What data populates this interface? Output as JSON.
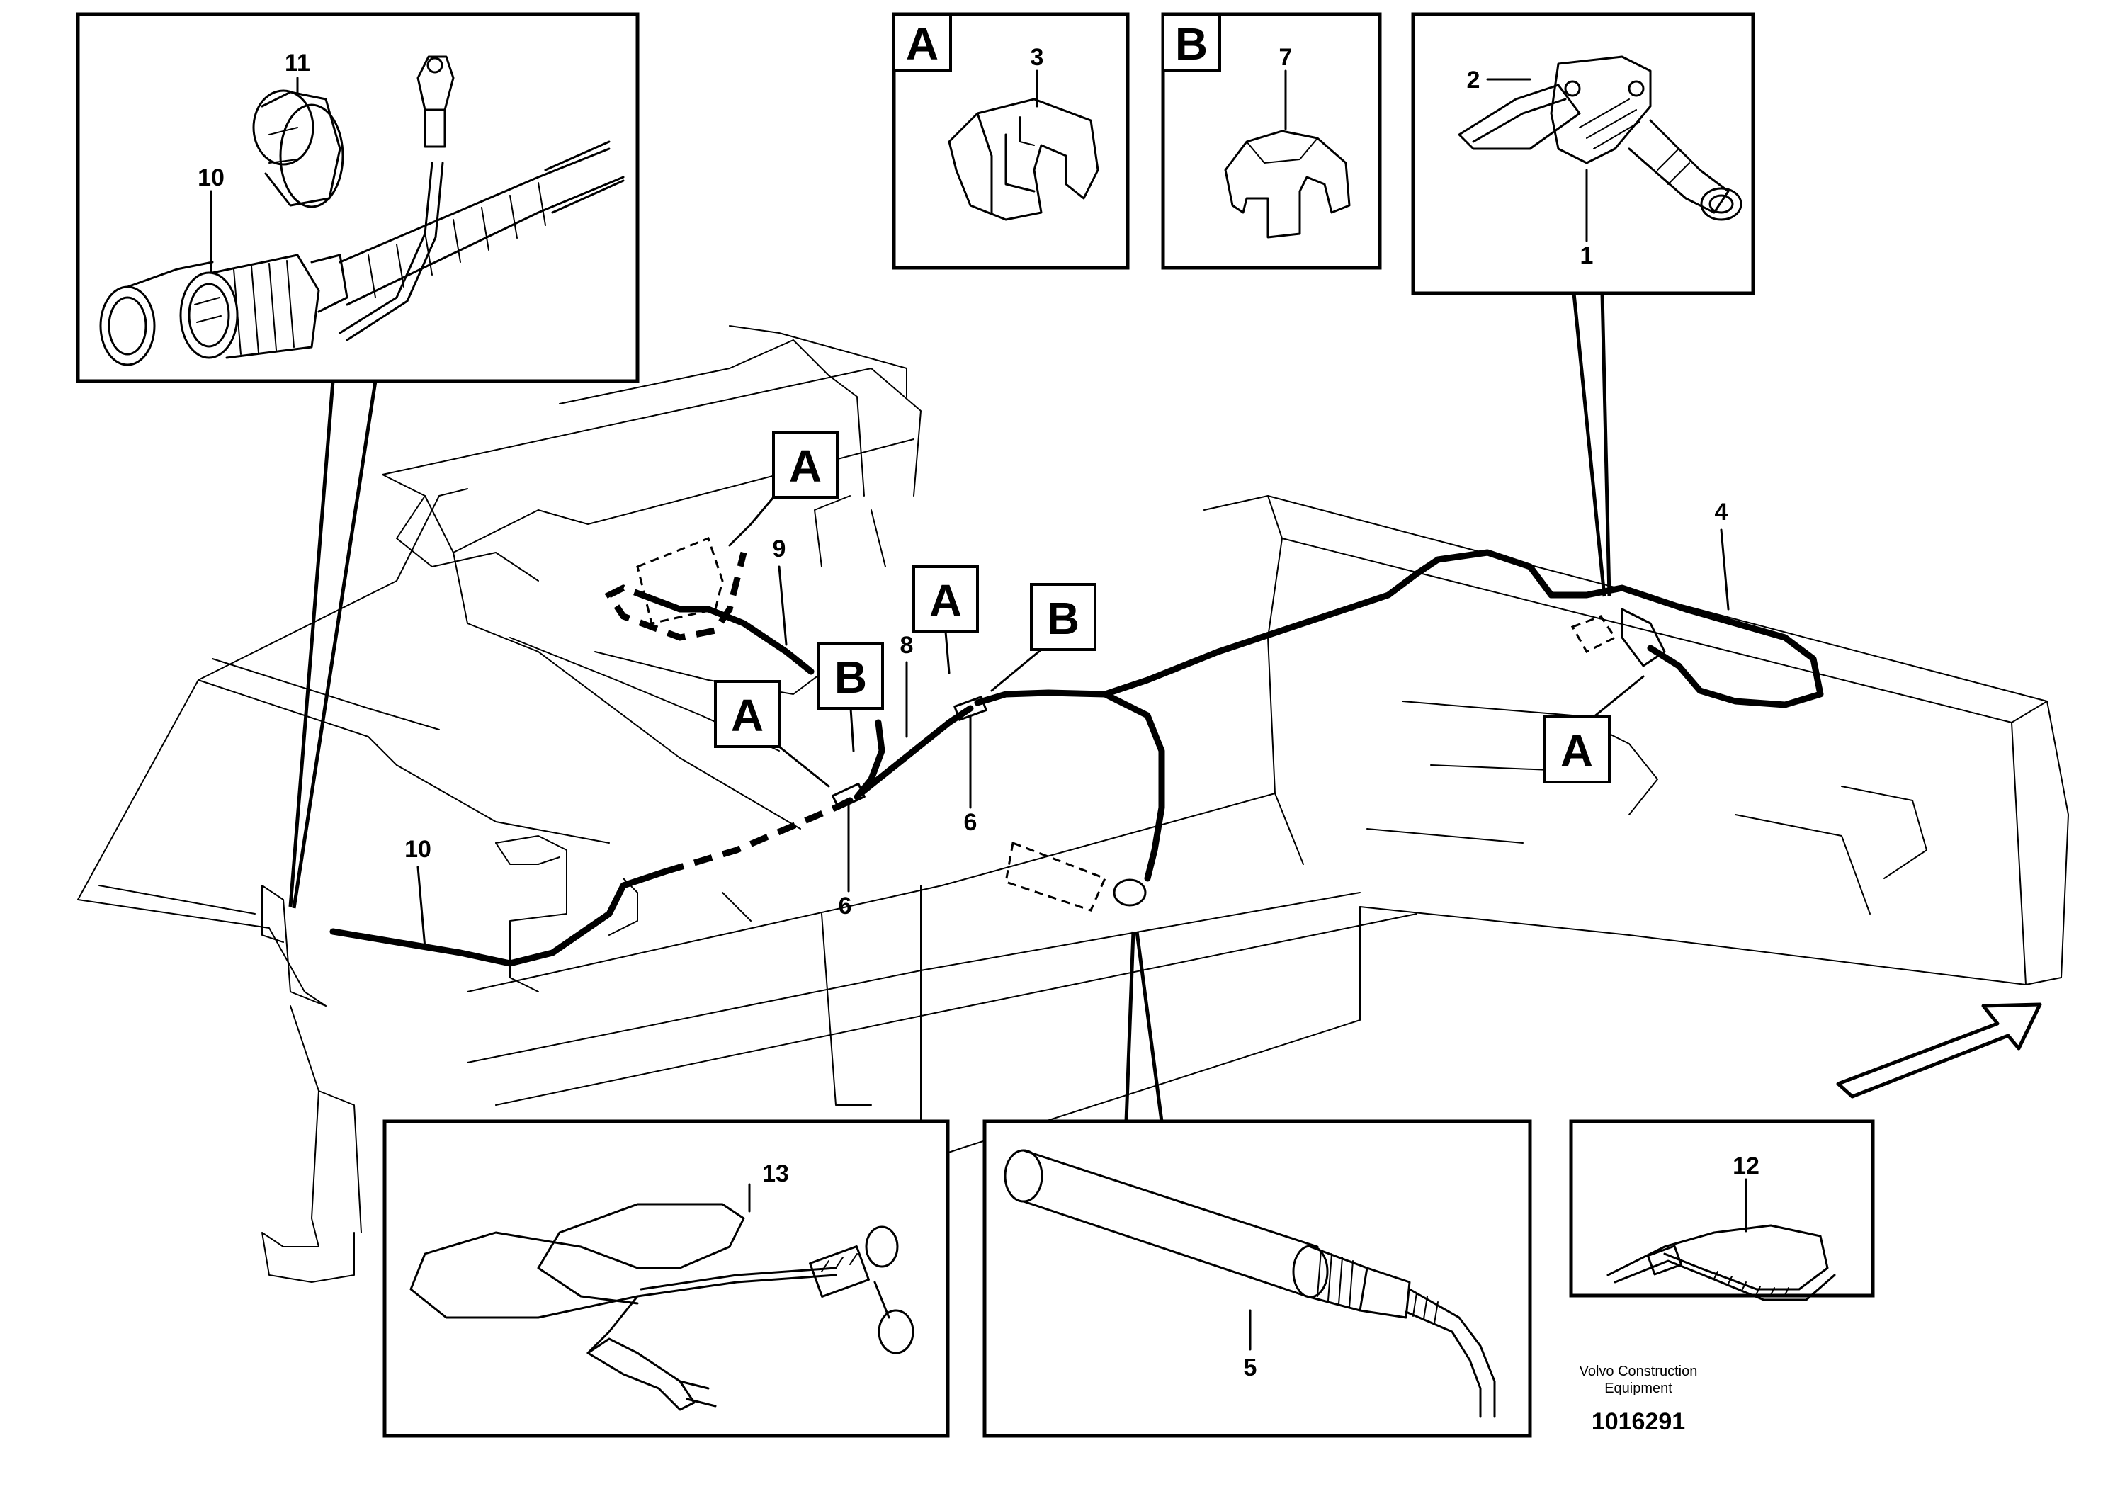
{
  "callouts": {
    "n1": "1",
    "n2": "2",
    "n3": "3",
    "n4": "4",
    "n5": "5",
    "n6": "6",
    "n7": "7",
    "n8": "8",
    "n9": "9",
    "n10": "10",
    "n11": "11",
    "n12": "12",
    "n13": "13"
  },
  "view_labels": {
    "a": "A",
    "b": "B"
  },
  "credit": {
    "line1": "Volvo Construction",
    "line2": "Equipment"
  },
  "drawing_number": "1016291"
}
